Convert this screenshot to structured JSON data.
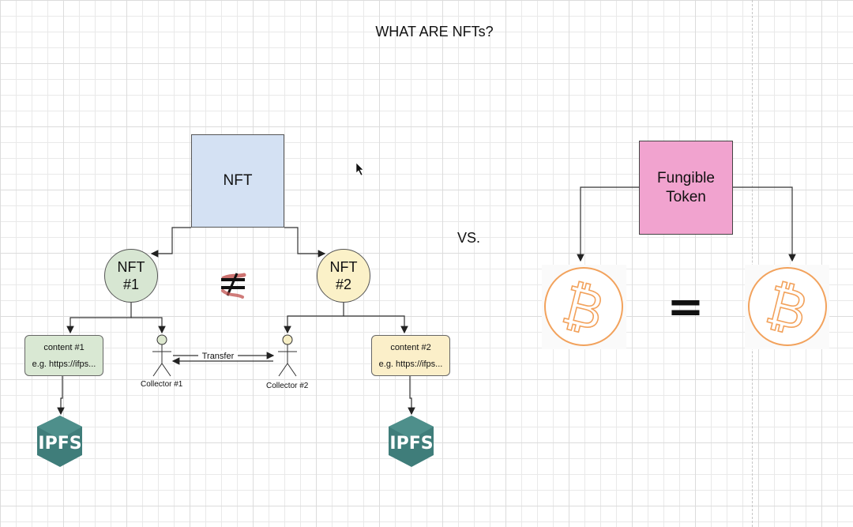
{
  "diagram": {
    "title": "WHAT ARE NFTs?",
    "vs_label": "VS.",
    "nft_root": {
      "label": "NFT"
    },
    "nft_tokens": [
      {
        "line1": "NFT",
        "line2": "#1"
      },
      {
        "line1": "NFT",
        "line2": "#2"
      }
    ],
    "contents": [
      {
        "title": "content #1",
        "url": "e.g. https://ifps..."
      },
      {
        "title": "content #2",
        "url": "e.g. https://ifps..."
      }
    ],
    "collectors": [
      "Collector #1",
      "Collector #2"
    ],
    "transfer_label": "Transfer",
    "storage": [
      {
        "label": "IPFS"
      },
      {
        "label": "IPFS"
      }
    ],
    "fungible": {
      "line1": "Fungible",
      "line2": "Token",
      "equals": "="
    },
    "icons": {
      "not_equal": "not-equal-sign-icon",
      "coin": "bitcoin-icon",
      "cursor": "mouse-pointer-icon",
      "person": "stick-figure-icon",
      "ipfs": "ipfs-hexagon-icon"
    },
    "colors": {
      "nft_root": "#d4e1f3",
      "nft_1": "#d7e6d2",
      "nft_2": "#fbf1c8",
      "fungible": "#f1a3cf",
      "ipfs": "#3f7d7a",
      "coin": "#f2a25c"
    }
  }
}
